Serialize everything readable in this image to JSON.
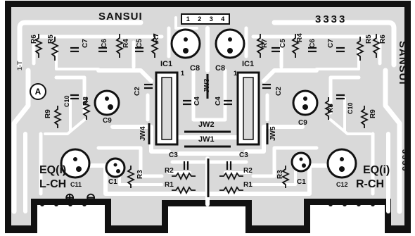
{
  "board": {
    "brand": "SANSUI",
    "brand_mirrored": "SANSUI",
    "model": "3333",
    "model_side": "3333",
    "header_pins": [
      "1",
      "2",
      "3",
      "4"
    ],
    "side_mark_a": "A",
    "edge_code": "1-T"
  },
  "left": {
    "r6": "R6",
    "r5": "R5",
    "c7": "C7",
    "c6": "C6",
    "r4": "R4",
    "c5": "C5",
    "r7": "R7",
    "c8": "C8",
    "ic": "IC1",
    "c2": "C2",
    "r8": "R8",
    "c10": "C10",
    "r9": "R9",
    "c9": "C9",
    "c3": "C3",
    "r2": "R2",
    "r1": "R1",
    "c1": "C1",
    "r3": "R3",
    "c11": "C11",
    "eq": "EQ(i)",
    "ch": "L-CH",
    "plus": "⊕",
    "minus": "⊖",
    "jw4": "JW4",
    "c4": "C4"
  },
  "right": {
    "r6": "R6",
    "r5": "R5",
    "c7": "C7",
    "c6": "C6",
    "r4": "R4",
    "c5": "C5",
    "r7": "R7",
    "c8": "C8",
    "ic": "IC1",
    "c2": "C2",
    "r8": "R8",
    "c10": "C10",
    "r9": "R9",
    "c9": "C9",
    "c3": "C3",
    "r2": "R2",
    "r1": "R1",
    "c1": "C1",
    "r3": "R3",
    "c12": "C12",
    "eq": "EQ(i)",
    "ch": "R-CH",
    "jw5": "JW5",
    "c4": "C4"
  },
  "center": {
    "jw3": "JW3",
    "jw2": "JW2",
    "jw1": "JW1",
    "pin1_left": "1",
    "pin1_right": "1"
  }
}
